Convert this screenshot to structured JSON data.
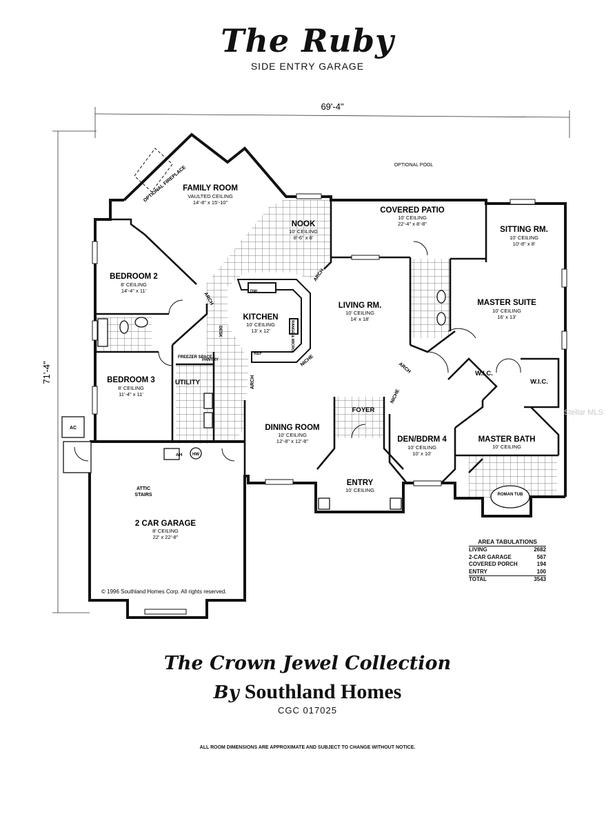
{
  "header": {
    "title": "The Ruby",
    "subtitle": "SIDE ENTRY GARAGE"
  },
  "dimensions": {
    "width": "69'-4\"",
    "depth": "71'-4\""
  },
  "rooms": {
    "family_room": {
      "name": "FAMILY ROOM",
      "ceiling": "VAULTED CEILING",
      "size": "14'-8\" x 15'-10\""
    },
    "nook": {
      "name": "NOOK",
      "ceiling": "10' CEILING",
      "size": "8'-6\" x 8'"
    },
    "covered_patio": {
      "name": "COVERED PATIO",
      "ceiling": "10' CEILING",
      "size": "22'-4\" x 8'-8\""
    },
    "sitting_rm": {
      "name": "SITTING RM.",
      "ceiling": "10' CEILING",
      "size": "10'-8\" x 8'"
    },
    "bedroom2": {
      "name": "BEDROOM 2",
      "ceiling": "8' CEILING",
      "size": "14'-4\" x 11'"
    },
    "kitchen": {
      "name": "KITCHEN",
      "ceiling": "10' CEILING",
      "size": "13' x 12'"
    },
    "living_rm": {
      "name": "LIVING RM.",
      "ceiling": "10' CEILING",
      "size": "14' x 18'"
    },
    "master_suite": {
      "name": "MASTER SUITE",
      "ceiling": "10' CEILING",
      "size": "16' x 13'"
    },
    "bedroom3": {
      "name": "BEDROOM 3",
      "ceiling": "8' CEILING",
      "size": "11'-4\" x 11'"
    },
    "dining_room": {
      "name": "DINING ROOM",
      "ceiling": "10' CEILING",
      "size": "12'-8\" x 12'-8\""
    },
    "den": {
      "name": "DEN/BDRM 4",
      "ceiling": "10' CEILING",
      "size": "10' x 10'"
    },
    "master_bath": {
      "name": "MASTER BATH",
      "ceiling": "10' CEILING"
    },
    "entry": {
      "name": "ENTRY",
      "ceiling": "10' CEILING"
    },
    "garage": {
      "name": "2 CAR GARAGE",
      "ceiling": "8' CEILING",
      "size": "22' x 22'-8\""
    }
  },
  "labels": {
    "optional_pool": "OPTIONAL POOL",
    "optional_fireplace": "OPTIONAL FIREPLACE",
    "arch": "ARCH",
    "niche": "NICHE",
    "utility": "UTILITY",
    "freezer_space": "FREEZER SPACE",
    "pantry": "PANTRY",
    "desk": "DESK",
    "ref": "REF",
    "dw": "DW",
    "range_micro": "RANGE & MICRO",
    "foyer": "FOYER",
    "wic": "W.I.C.",
    "roman_tub": "ROMAN TUB",
    "attic_stairs_1": "ATTIC",
    "attic_stairs_2": "STAIRS",
    "ac": "AC",
    "ah": "AH",
    "hw": "HW",
    "copyright": "© 1996 Southland Homes Corp. All rights reserved."
  },
  "area_tabulations": {
    "title": "AREA TABULATIONS",
    "rows": [
      {
        "label": "LIVING",
        "value": "2682"
      },
      {
        "label": "2-CAR GARAGE",
        "value": "567"
      },
      {
        "label": "COVERED PORCH",
        "value": "194"
      },
      {
        "label": "ENTRY",
        "value": "100"
      },
      {
        "label": "TOTAL",
        "value": "3543"
      }
    ]
  },
  "footer": {
    "collection": "The Crown Jewel Collection",
    "by": "By",
    "builder": "Southland Homes",
    "license": "CGC 017025",
    "disclaimer": "ALL ROOM DIMENSIONS ARE APPROXIMATE AND SUBJECT TO CHANGE WITHOUT NOTICE."
  },
  "watermark": "Stellar MLS"
}
